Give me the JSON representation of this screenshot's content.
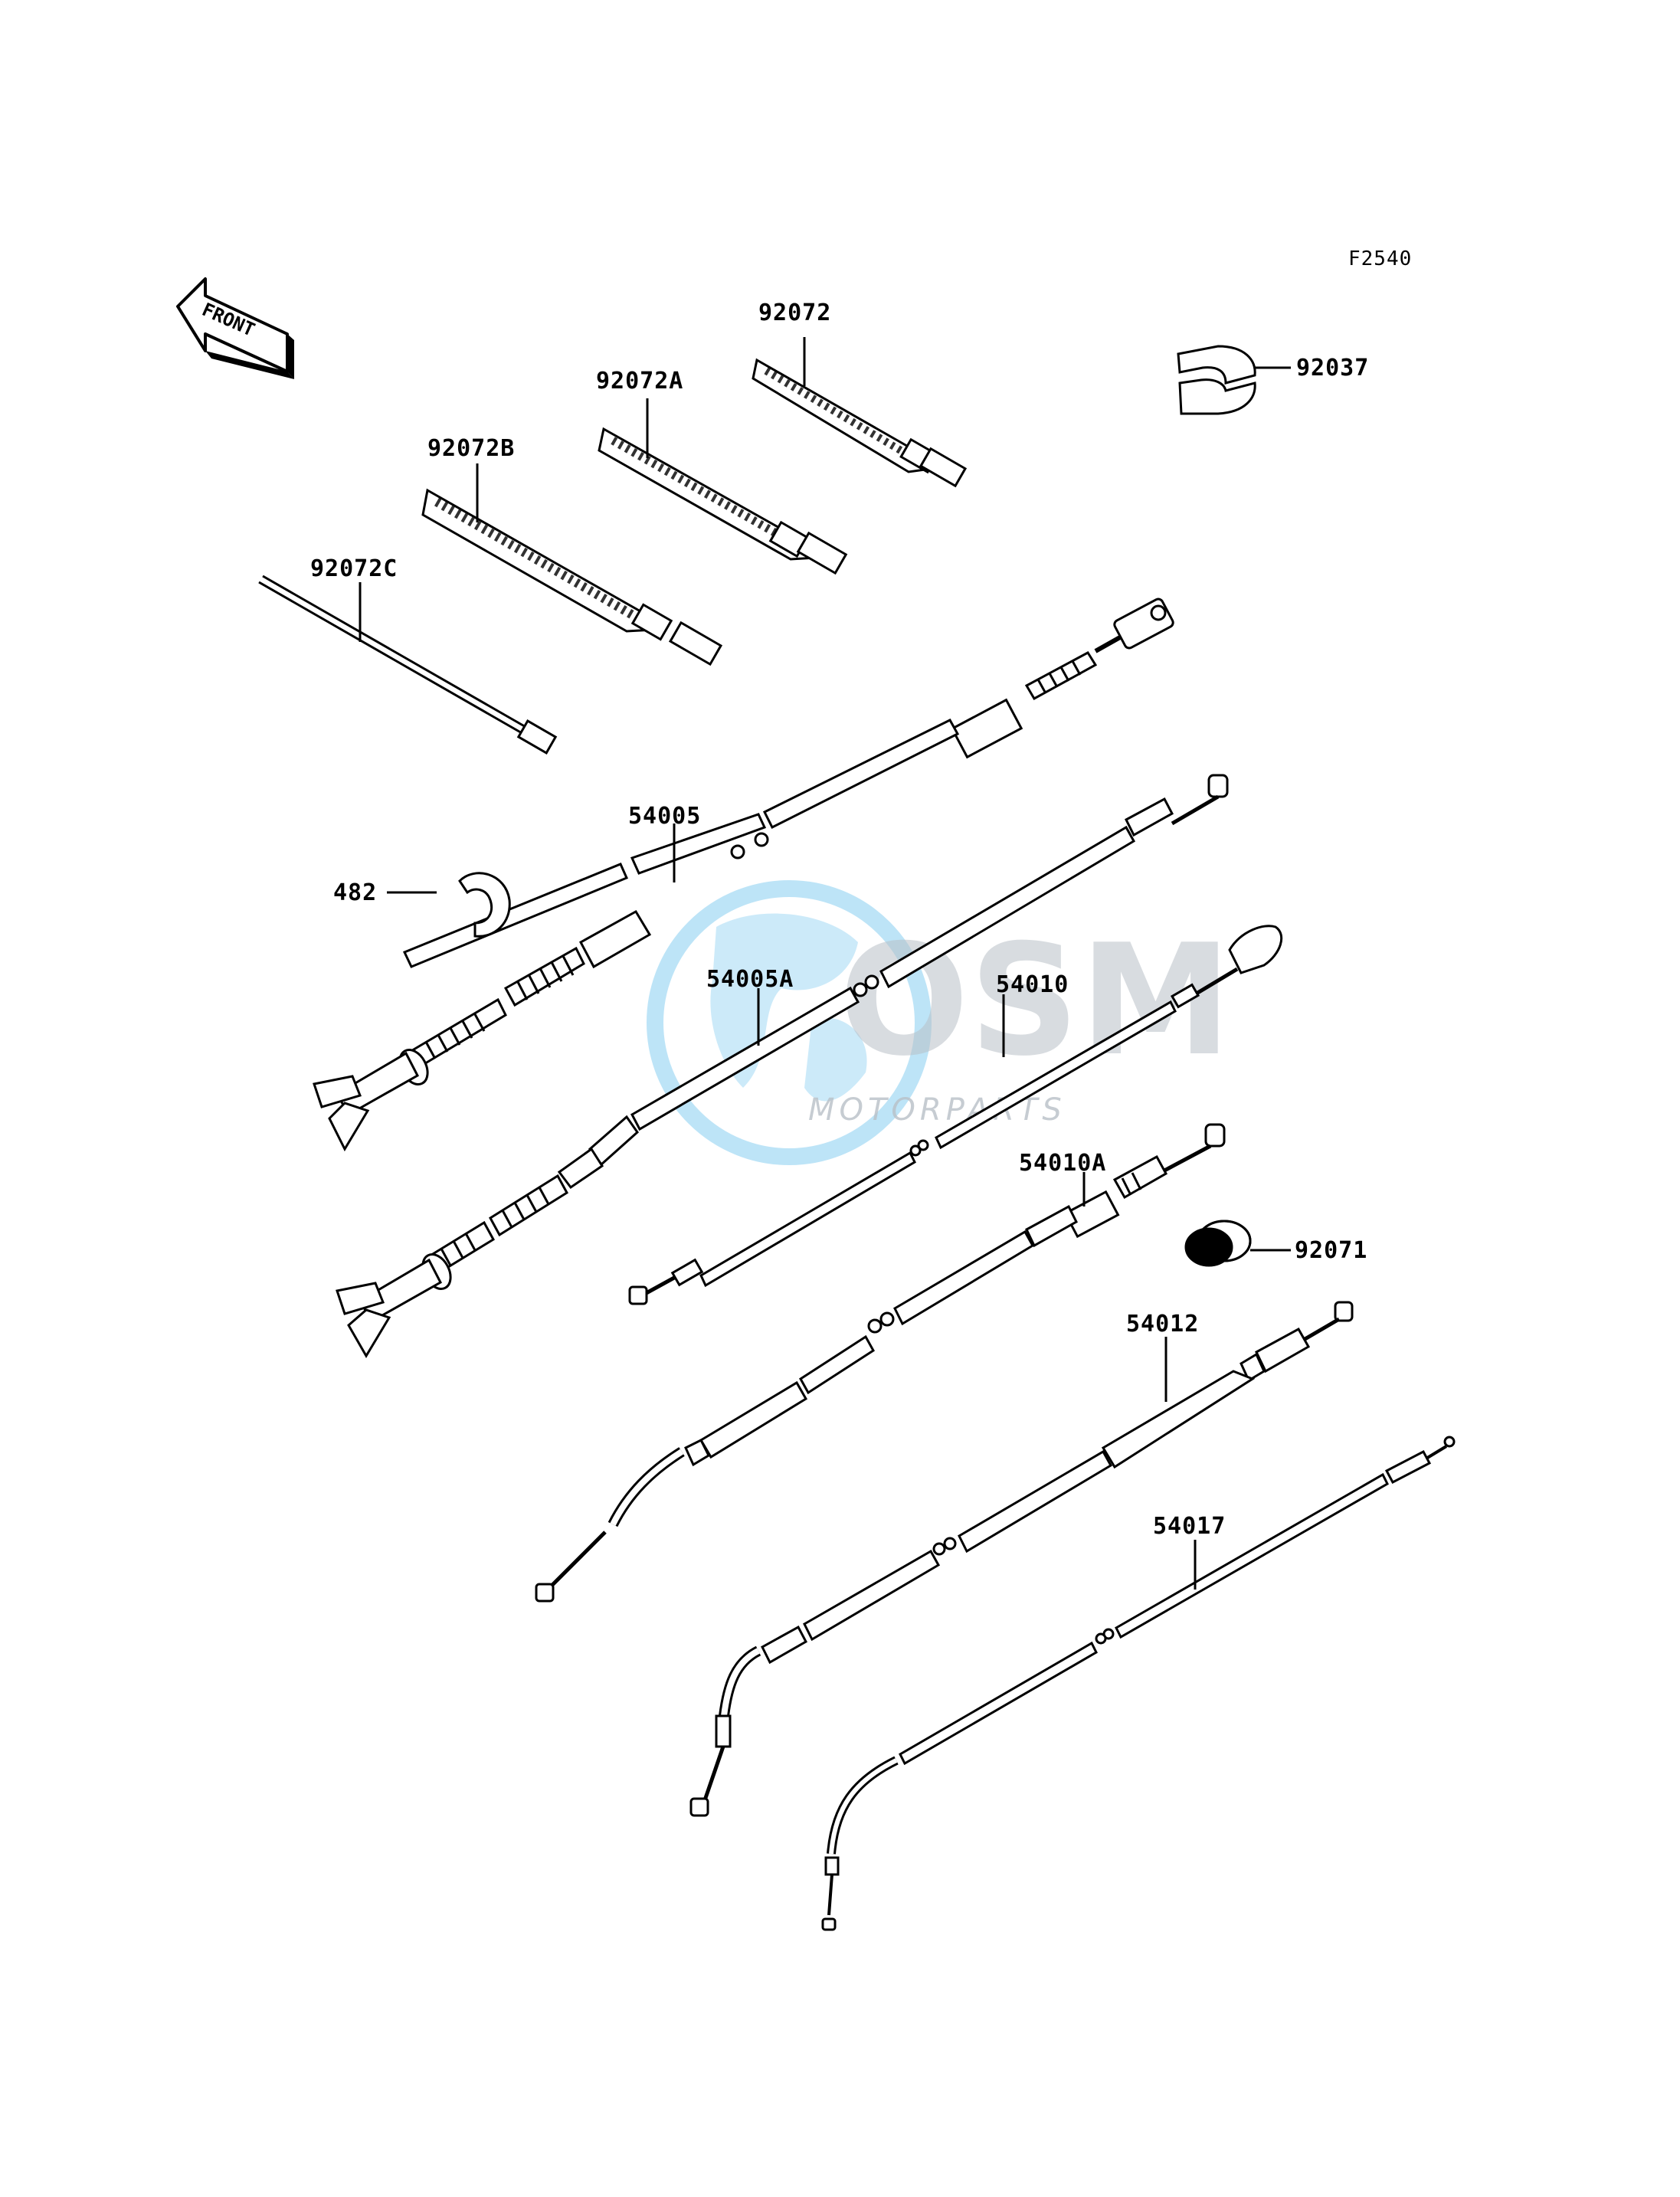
{
  "figure_code": "F2540",
  "front_label": "FRONT",
  "watermark": {
    "brand": "OSM",
    "tagline": "MOTORPARTS"
  },
  "callouts": {
    "c92072": "92072",
    "c92072A": "92072A",
    "c92072B": "92072B",
    "c92072C": "92072C",
    "c92037": "92037",
    "c54005": "54005",
    "c482": "482",
    "c54005A": "54005A",
    "c54010": "54010",
    "c54010A": "54010A",
    "c92071": "92071",
    "c54012": "54012",
    "c54017": "54017"
  },
  "colors": {
    "line": "#000000",
    "watermark_blue": "#6cc3ee",
    "watermark_gray": "#b9c0c7"
  }
}
